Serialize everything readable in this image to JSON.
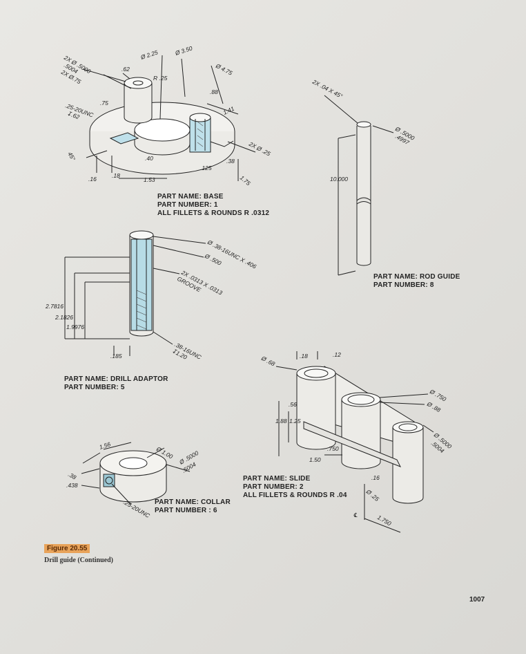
{
  "figure": {
    "label": "Figure 20.55",
    "caption": "Drill guide (Continued)",
    "page_number": "1007"
  },
  "parts": {
    "base": {
      "name": "PART NAME: BASE",
      "number": "PART NUMBER: 1",
      "note": "ALL FILLETS & ROUNDS R .0312",
      "dims": {
        "d1": "2X Ø .5000",
        "d2": ".5004",
        "d3": "2X Ø.75",
        "d4": ".62",
        "d5": "R .25",
        "d6": "Ø 2.25",
        "d7": "Ø 3.50",
        "d8": "Ø 4.75",
        "d9": ".88",
        "d10": "1.41",
        "d11": ".75",
        "d12": ".25-20UNC",
        "d13": "↧.62",
        "d14": "45°",
        "d15": "2X Ø .25",
        "d16": ".40",
        "d17": ".38",
        "d18": ".125",
        "d19": "1.75",
        "d20": ".16",
        "d21": ".18",
        "d22": "1.53"
      }
    },
    "rod_guide": {
      "name": "PART NAME: ROD GUIDE",
      "number": "PART NUMBER: 8",
      "dims": {
        "chamfer": "2X .04 X 45°",
        "dia1": "Ø .5000",
        "dia2": ".4997",
        "length": "10.000"
      }
    },
    "drill_adaptor": {
      "name": "PART NAME: DRILL ADAPTOR",
      "number": "PART NUMBER: 5",
      "dims": {
        "thread1": "Ø .38-16UNC X .406",
        "bore": "Ø .500",
        "groove1": "2X .0313 X .0313",
        "groove2": "GROOVE",
        "h1": "2.7816",
        "h2": "2.1826",
        "h3": "1.9976",
        "w": ".185",
        "thread2": ".38-16UNC",
        "depth": "↧1.20"
      }
    },
    "slide": {
      "name": "PART NAME: SLIDE",
      "number": "PART NUMBER: 2",
      "note": "ALL FILLETS & ROUNDS R .04",
      "dims": {
        "d1": "Ø .68",
        "d2": ".18",
        "d3": ".12",
        "d4": "Ø .750",
        "d5": "Ø .88",
        "d6": "Ø .5000",
        "d7": ".5004",
        "d8": ".56",
        "d9": "1.88",
        "d10": "1.25",
        "d11": ".750",
        "d12": "1.50",
        "d13": ".16",
        "d14": "Ø .25",
        "d15": "1.750",
        "d16": "℄"
      }
    },
    "collar": {
      "name": "PART NAME: COLLAR",
      "number": "PART NUMBER : 6",
      "dims": {
        "d1": "1.56",
        "d2": "Ø 1.00",
        "d3": "Ø .5000",
        "d4": ".5004",
        "d5": ".38",
        "d6": ".438",
        "d7": ".25-20UNC"
      }
    }
  }
}
